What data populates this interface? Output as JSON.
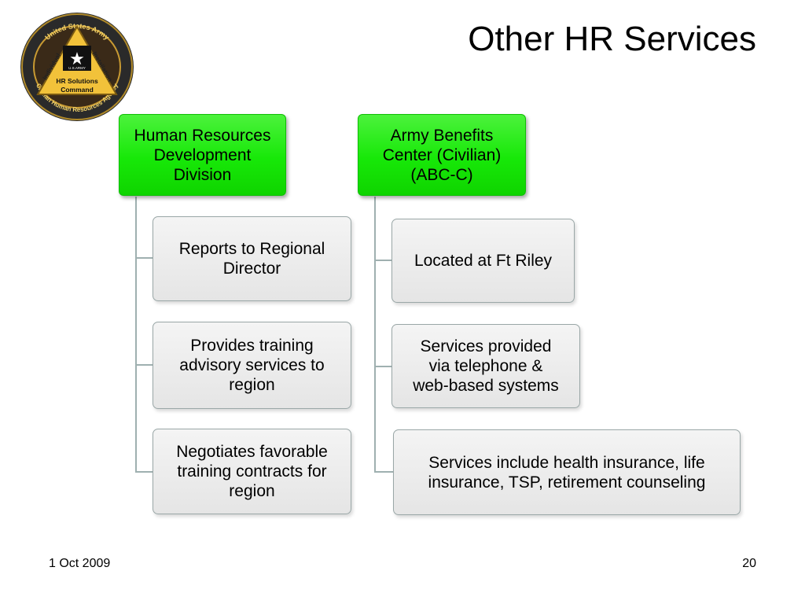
{
  "slide": {
    "title": "Other HR Services",
    "date": "1 Oct 2009",
    "page_number": "20"
  },
  "logo": {
    "ring_top": "United States Army",
    "ring_bottom": "Civilian Human Resources Agency",
    "left": "Individual",
    "right": "Installation",
    "badge": "U.S.ARMY",
    "line1": "HR Solutions",
    "line2": "Command"
  },
  "diagram": {
    "left": {
      "head": [
        "Human Resources",
        "Development",
        "Division"
      ],
      "children": [
        [
          "Reports to Regional",
          "Director"
        ],
        [
          "Provides training",
          "advisory services to",
          "region"
        ],
        [
          "Negotiates favorable",
          "training contracts for",
          "region"
        ]
      ]
    },
    "right": {
      "head": [
        "Army Benefits",
        "Center (Civilian)",
        "(ABC-C)"
      ],
      "children": [
        [
          "Located at Ft Riley"
        ],
        [
          "Services provided",
          "via telephone &",
          "web-based systems"
        ],
        [
          "Services include health insurance, life",
          "insurance, TSP, retirement counseling"
        ]
      ]
    }
  },
  "colors": {
    "head_fill": "#17e808",
    "child_fill": "#e9e9e9",
    "connector": "#9fb0b0"
  }
}
